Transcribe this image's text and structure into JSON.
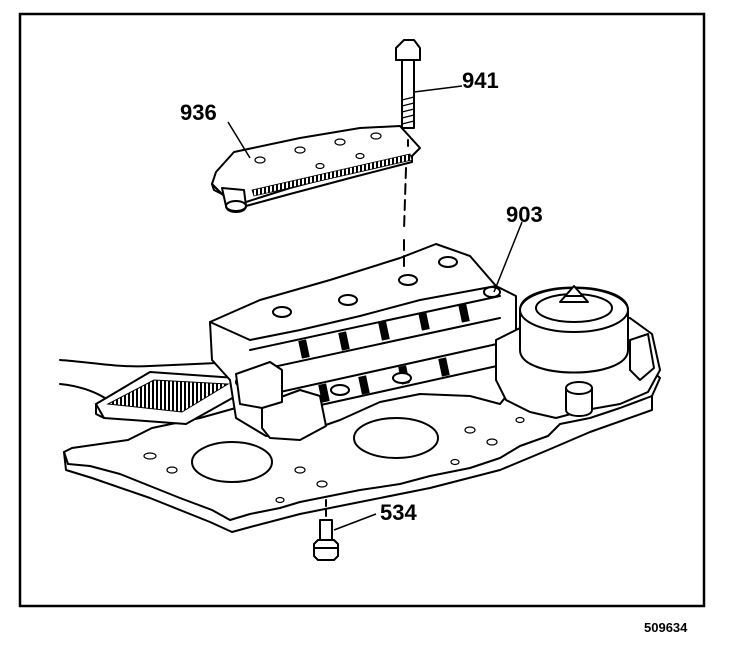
{
  "callouts": {
    "c936": "936",
    "c941": "941",
    "c903": "903",
    "c534": "534"
  },
  "figure_id": "509634",
  "colors": {
    "ink": "#000000",
    "paper": "#ffffff"
  }
}
